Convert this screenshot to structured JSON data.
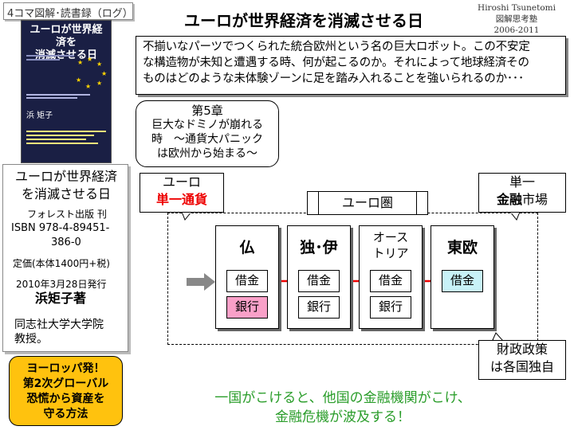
{
  "header": {
    "tag": "4コマ図解･読書録（ログ）",
    "title": "ユーロが世界経済を消滅させる日",
    "author_en": "Hiroshi Tsunetomi",
    "school": "図解思考塾",
    "years": "2006-2011"
  },
  "book": {
    "cover_title_1": "ユーロが世界経済を",
    "cover_title_2": "消滅させる日",
    "cover_author": "浜 矩子",
    "title_1": "ユーロが世界経済",
    "title_2": "を消滅させる日",
    "publisher": "フォレスト出版 刊",
    "isbn_1": "ISBN 978-4-89451-",
    "isbn_2": "386-0",
    "price": "定価(本体1400円+税)",
    "date": "2010年3月28日発行",
    "author": "浜矩子著",
    "affiliation_1": "同志社大学大学院",
    "affiliation_2": "教授。"
  },
  "promo": [
    "ヨーロッパ発！",
    "第2次グローバル",
    "恐慌から資産を",
    "守る方法"
  ],
  "intro": [
    "不揃いなパーツでつくられた統合欧州という名の巨大ロボット。この不安定",
    "な構造物が未知と遭遇する時、何が起こるのか。それによって地球経済その",
    "ものはどのような未体験ゾーンに足を踏み入れることを強いられるのか･･･"
  ],
  "chapter": [
    "第5章",
    "巨大なドミノが崩れる",
    "時　～通貨大パニック",
    "は欧州から始まる～"
  ],
  "diagram": {
    "euro_label": "ユーロ",
    "euro_sub": "単一通貨",
    "market_label_1": "単一",
    "market_label_2a": "金融",
    "market_label_2b": "市場",
    "fiscal_1": "財政政策",
    "fiscal_2": "は各国独自",
    "euro_area": "ユーロ圏",
    "countries": [
      {
        "name": "仏",
        "debt": "借金",
        "bank": "銀行"
      },
      {
        "name": "独･伊",
        "debt": "借金",
        "bank": "銀行"
      },
      {
        "name": "オース\nトリア",
        "debt": "借金",
        "bank": "銀行"
      },
      {
        "name": "東欧",
        "debt": "借金"
      }
    ]
  },
  "conclusion": [
    "一国がこけると、他国の金融機関がこけ、",
    "金融危機が波及する！"
  ],
  "colors": {
    "red": "#ee0000",
    "bank_fill": "#f9a0c8",
    "debt_fill": "#c8f2f8",
    "promo": "#ffc20e",
    "green": "#2a9d2a"
  }
}
